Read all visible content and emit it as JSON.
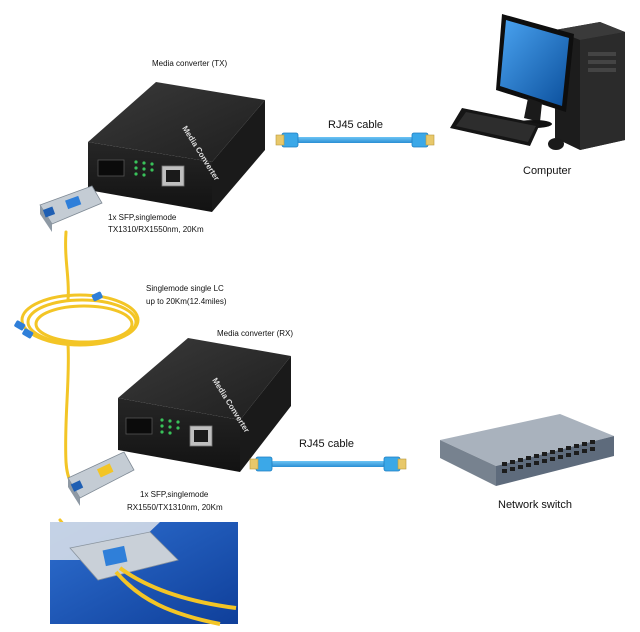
{
  "labels": {
    "tx_converter": "Media converter (TX)",
    "rx_converter": "Media converter (RX)",
    "rj45_top": "RJ45 cable",
    "rj45_bottom": "RJ45 cable",
    "computer": "Computer",
    "network_switch": "Network switch",
    "sfp_tx_line1": "1x SFP,singlemode",
    "sfp_tx_line2": "TX1310/RX1550nm, 20Km",
    "fiber_line1": "Singlemode single LC",
    "fiber_line2": "up to 20Km(12.4miles)",
    "sfp_rx_line1": "1x SFP,singlemode",
    "sfp_rx_line2": "RX1550/TX1310nm, 20Km"
  },
  "device_text": {
    "converter_brand": "Media Converter"
  },
  "colors": {
    "device_body": "#2b2b2b",
    "rj45_cable": "#3ba8e8",
    "fiber": "#f3c526",
    "sfp_module": "#b9c3cc",
    "led_green": "#39c25a",
    "switch_body": "#5e6b7c",
    "monitor_screen": "#1f74c9"
  }
}
